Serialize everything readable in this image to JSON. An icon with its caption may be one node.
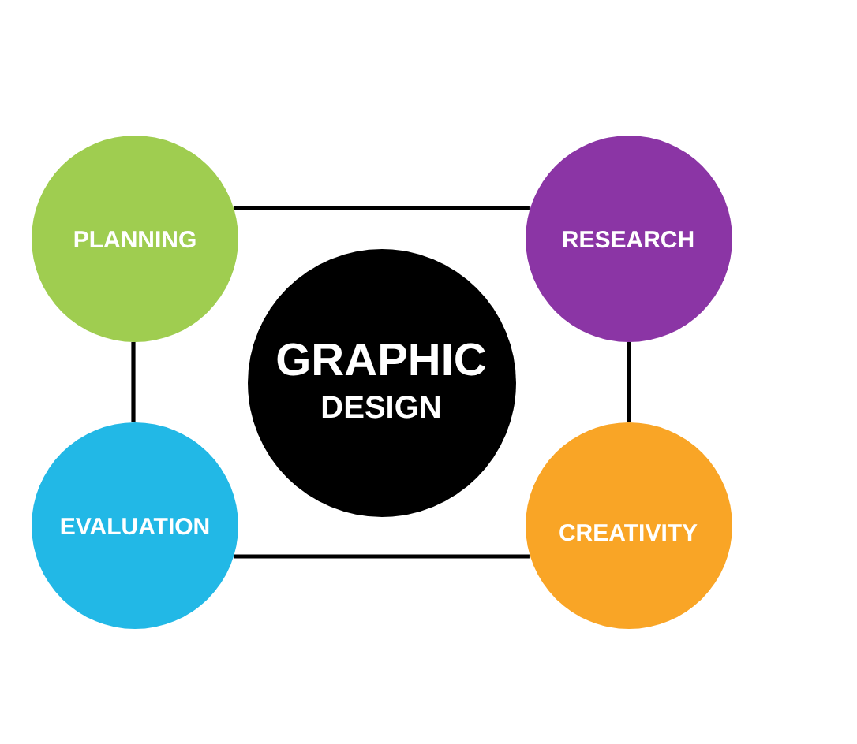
{
  "diagram": {
    "nodes": [
      {
        "text": [
          "PLANNING"
        ]
      },
      {
        "text": [
          "RESEARCH"
        ]
      },
      {
        "text": [
          "GRAPHIC",
          "DESIGN"
        ]
      },
      {
        "text": [
          "EVALUATION"
        ]
      },
      {
        "text": [
          "CREATIVITY"
        ]
      }
    ],
    "edges": [
      {
        "from": 0,
        "to": 1,
        "arrow": "none"
      },
      {
        "from": 0,
        "to": 3,
        "arrow": "none"
      },
      {
        "from": 1,
        "to": 4,
        "arrow": "none"
      },
      {
        "from": 3,
        "to": 4,
        "arrow": "none"
      }
    ]
  }
}
